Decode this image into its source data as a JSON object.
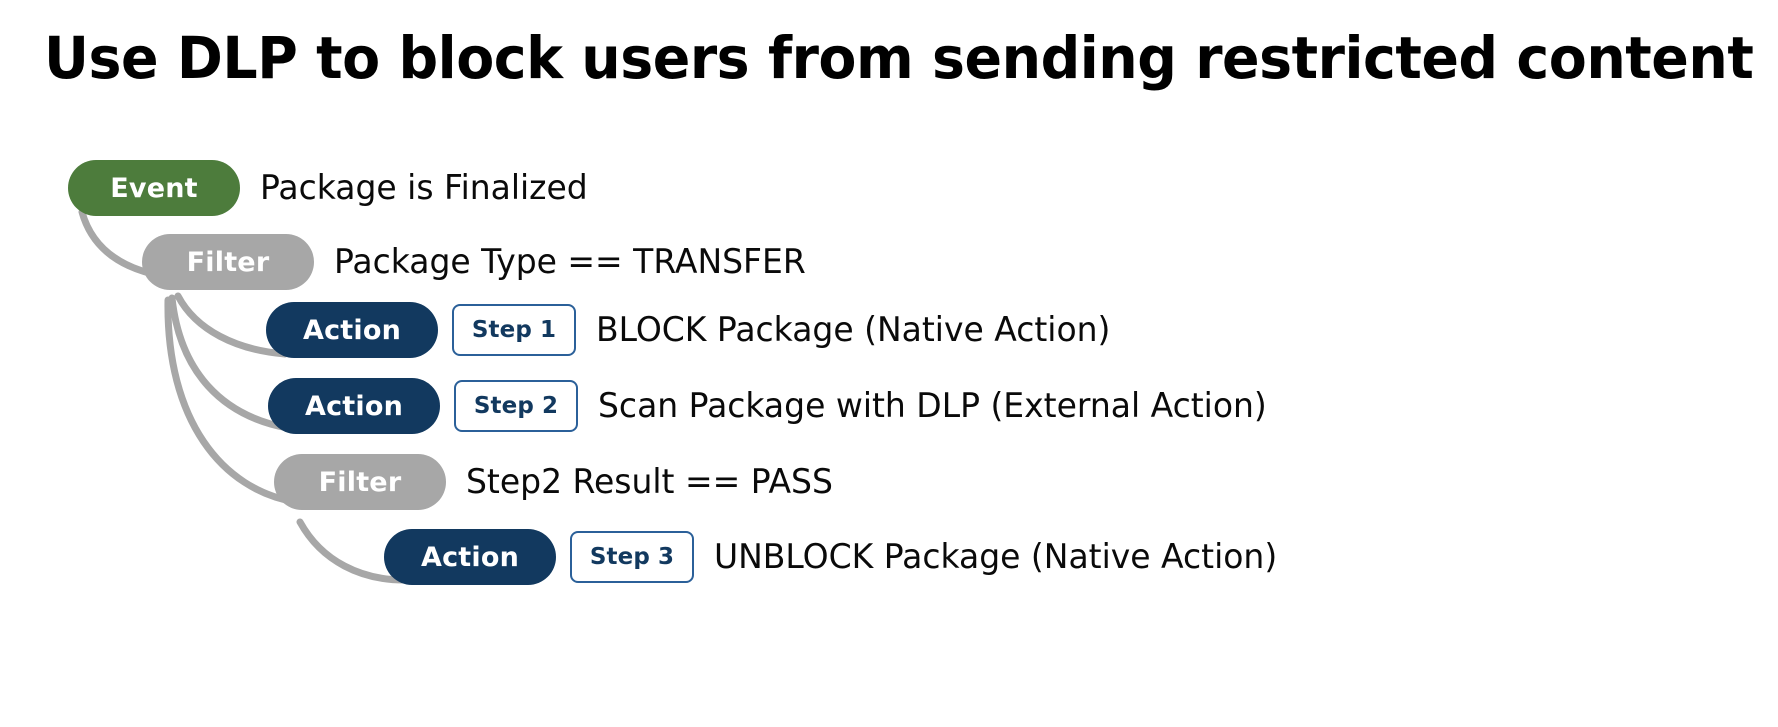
{
  "page": {
    "title": "Use DLP to block users from sending restricted content",
    "background": "#ffffff"
  },
  "colors": {
    "event": "#4d7c3c",
    "filter": "#a7a7a7",
    "action": "#12395f",
    "step_border": "#2b6099",
    "step_text": "#12395f",
    "connector": "#a7a7a7",
    "text": "#0a0a0a"
  },
  "flow": {
    "rows": [
      {
        "kind": "Event",
        "badge": "Event",
        "step": null,
        "text": "Package is Finalized",
        "indent": 0
      },
      {
        "kind": "Filter",
        "badge": "Filter",
        "step": null,
        "text": "Package Type == TRANSFER",
        "indent": 1
      },
      {
        "kind": "Action",
        "badge": "Action",
        "step": "Step 1",
        "text": "BLOCK Package (Native Action)",
        "indent": 2
      },
      {
        "kind": "Action",
        "badge": "Action",
        "step": "Step 2",
        "text": "Scan Package with DLP (External Action)",
        "indent": 2
      },
      {
        "kind": "Filter",
        "badge": "Filter",
        "step": null,
        "text": "Step2 Result == PASS",
        "indent": 2
      },
      {
        "kind": "Action",
        "badge": "Action",
        "step": "Step 3",
        "text": "UNBLOCK Package (Native Action)",
        "indent": 3
      }
    ]
  }
}
